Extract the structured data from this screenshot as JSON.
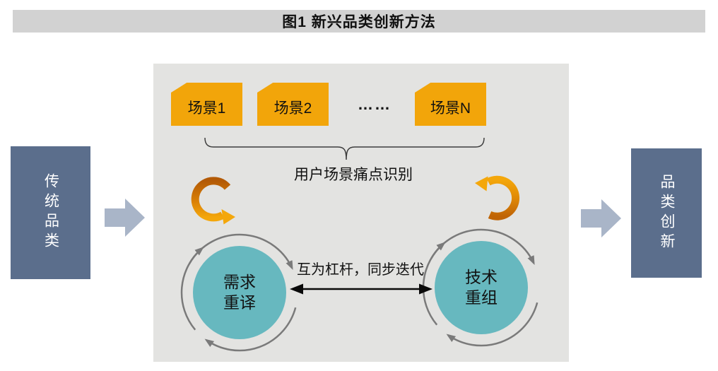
{
  "figure": {
    "title": "图1 新兴品类创新方法"
  },
  "left_box": {
    "label": "传统品类"
  },
  "right_box": {
    "label": "品类创新"
  },
  "scenes": {
    "items": [
      {
        "label": "场景1"
      },
      {
        "label": "场景2"
      },
      {
        "label": "场景N"
      }
    ],
    "ellipsis": "……",
    "brace_caption": "用户场景痛点识别"
  },
  "cycle": {
    "left_circle": {
      "line1": "需求",
      "line2": "重译"
    },
    "right_circle": {
      "line1": "技术",
      "line2": "重组"
    },
    "link_label": "互为杠杆，同步迭代"
  },
  "colors": {
    "orange": "#F2A50A",
    "teal": "#67B8BF",
    "slate": "#5B6E8C",
    "arrow_gray": "#A9B5C8",
    "panel_bg": "#E3E3E1",
    "titlebar_bg": "#D2D2D2",
    "line_gray": "#7A7A7A",
    "curl_dark": "#B85E06",
    "curl_light": "#F4A70B",
    "text_dark": "#111111"
  }
}
